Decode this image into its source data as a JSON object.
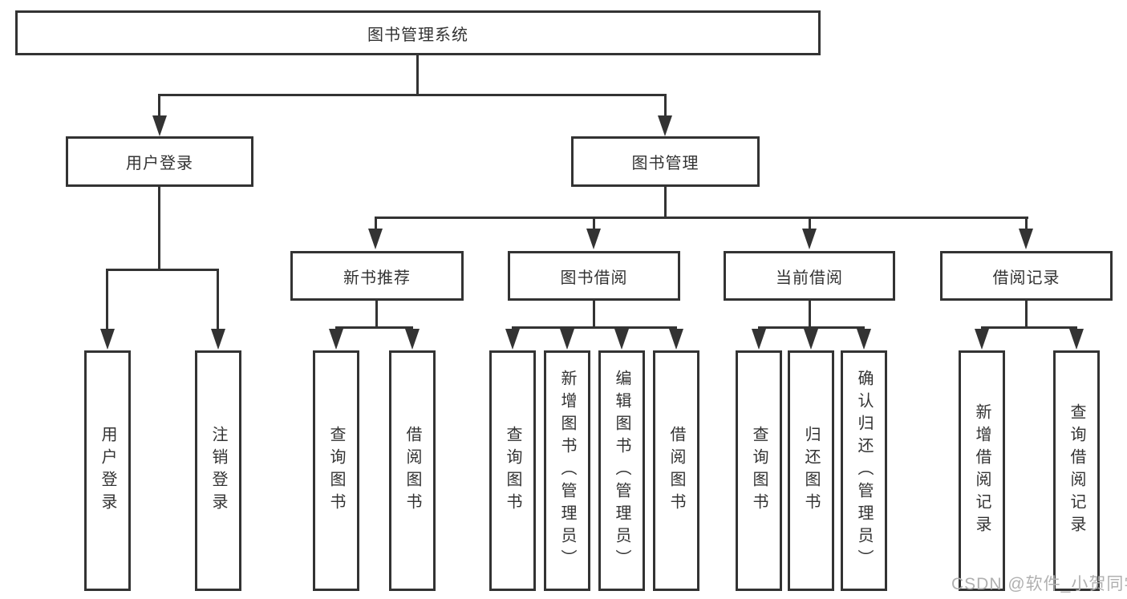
{
  "tree": {
    "root": {
      "label": "图书管理系统"
    },
    "login_branch": {
      "label": "用户登录",
      "children": [
        {
          "label": "用户登录"
        },
        {
          "label": "注销登录"
        }
      ]
    },
    "manage_branch": {
      "label": "图书管理",
      "sections": [
        {
          "label": "新书推荐",
          "children": [
            {
              "label": "查询图书"
            },
            {
              "label": "借阅图书"
            }
          ]
        },
        {
          "label": "图书借阅",
          "children": [
            {
              "label": "查询图书"
            },
            {
              "label": "新增图书（管理员）"
            },
            {
              "label": "编辑图书（管理员）"
            },
            {
              "label": "借阅图书"
            }
          ]
        },
        {
          "label": "当前借阅",
          "children": [
            {
              "label": "查询图书"
            },
            {
              "label": "归还图书"
            },
            {
              "label": "确认归还（管理员）"
            }
          ]
        },
        {
          "label": "借阅记录",
          "children": [
            {
              "label": "新增借阅记录"
            },
            {
              "label": "查询借阅记录"
            }
          ]
        }
      ]
    }
  },
  "watermark": "CSDN @软件_小贺同学",
  "colors": {
    "line": "#333333",
    "text": "#333333",
    "watermark": "#b0b0b0",
    "background": "#ffffff"
  }
}
